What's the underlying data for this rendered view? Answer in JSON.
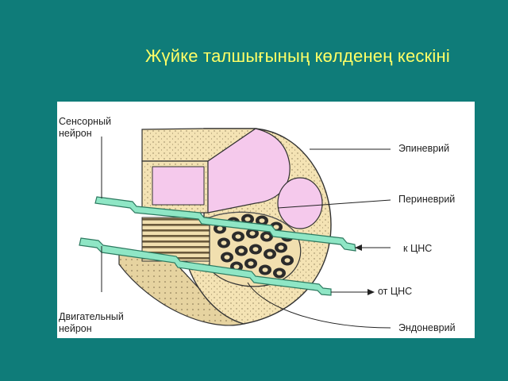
{
  "title": "Жүйке талшығының көлденең кескіні",
  "labels": {
    "sensory_neuron": [
      "Сенсорный",
      "нейрон"
    ],
    "motor_neuron": [
      "Двигательный",
      "нейрон"
    ],
    "epineurium": "Эпиневрий",
    "perineurium": "Периневрий",
    "to_cns": "к ЦНС",
    "from_cns": "от ЦНС",
    "endoneurium": "Эндоневрий"
  },
  "colors": {
    "background": "#0f7c79",
    "title": "#ffff66",
    "epineurium_tissue": "#f4e3b4",
    "fascicle_fill": "#f5c9ec",
    "axon": "#8fe6c5"
  }
}
